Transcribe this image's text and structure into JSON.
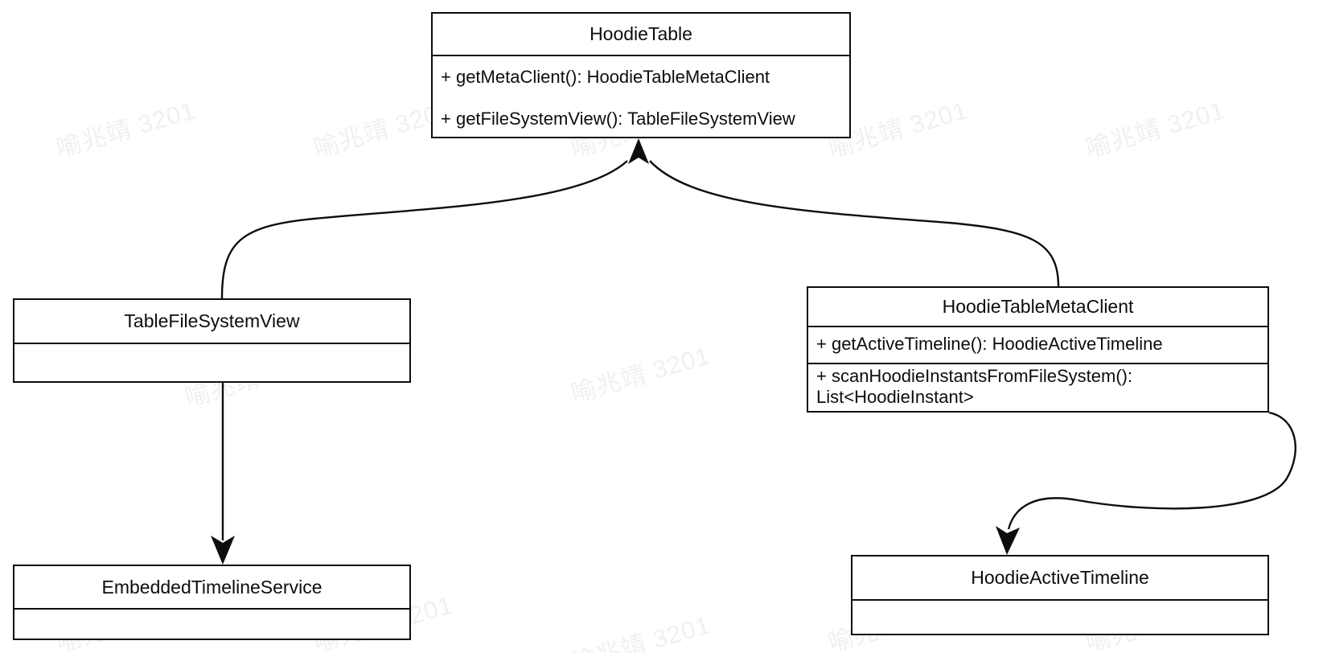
{
  "diagram": {
    "type": "uml-class-diagram",
    "background_color": "#ffffff",
    "line_color": "#0d0d0d",
    "text_color": "#0d0d0d",
    "watermark": {
      "text": "喻兆靖 3201",
      "color": "#f0f0f0",
      "rotation_deg": -16
    },
    "classes": [
      {
        "id": "hoodie-table",
        "name": "HoodieTable",
        "members": [
          "+ getMetaClient(): HoodieTableMetaClient",
          "+ getFileSystemView(): TableFileSystemView"
        ]
      },
      {
        "id": "table-file-system-view",
        "name": "TableFileSystemView",
        "members": []
      },
      {
        "id": "hoodie-table-meta-client",
        "name": "HoodieTableMetaClient",
        "members": [
          "+ getActiveTimeline(): HoodieActiveTimeline",
          "+ scanHoodieInstantsFromFileSystem():\nList<HoodieInstant>"
        ]
      },
      {
        "id": "embedded-timeline-service",
        "name": "EmbeddedTimelineService",
        "members": []
      },
      {
        "id": "hoodie-active-timeline",
        "name": "HoodieActiveTimeline",
        "members": []
      }
    ],
    "edges": [
      {
        "id": "edge-tfsv-to-hoodietable",
        "from": "TableFileSystemView",
        "to": "HoodieTable",
        "arrow": "open-filled"
      },
      {
        "id": "edge-htmc-to-hoodietable",
        "from": "HoodieTableMetaClient",
        "to": "HoodieTable",
        "arrow": "open-filled"
      },
      {
        "id": "edge-tfsv-to-ets",
        "from": "TableFileSystemView",
        "to": "EmbeddedTimelineService",
        "arrow": "open-filled"
      },
      {
        "id": "edge-htmc-to-hat",
        "from": "HoodieTableMetaClient",
        "to": "HoodieActiveTimeline",
        "arrow": "open-filled"
      }
    ]
  }
}
